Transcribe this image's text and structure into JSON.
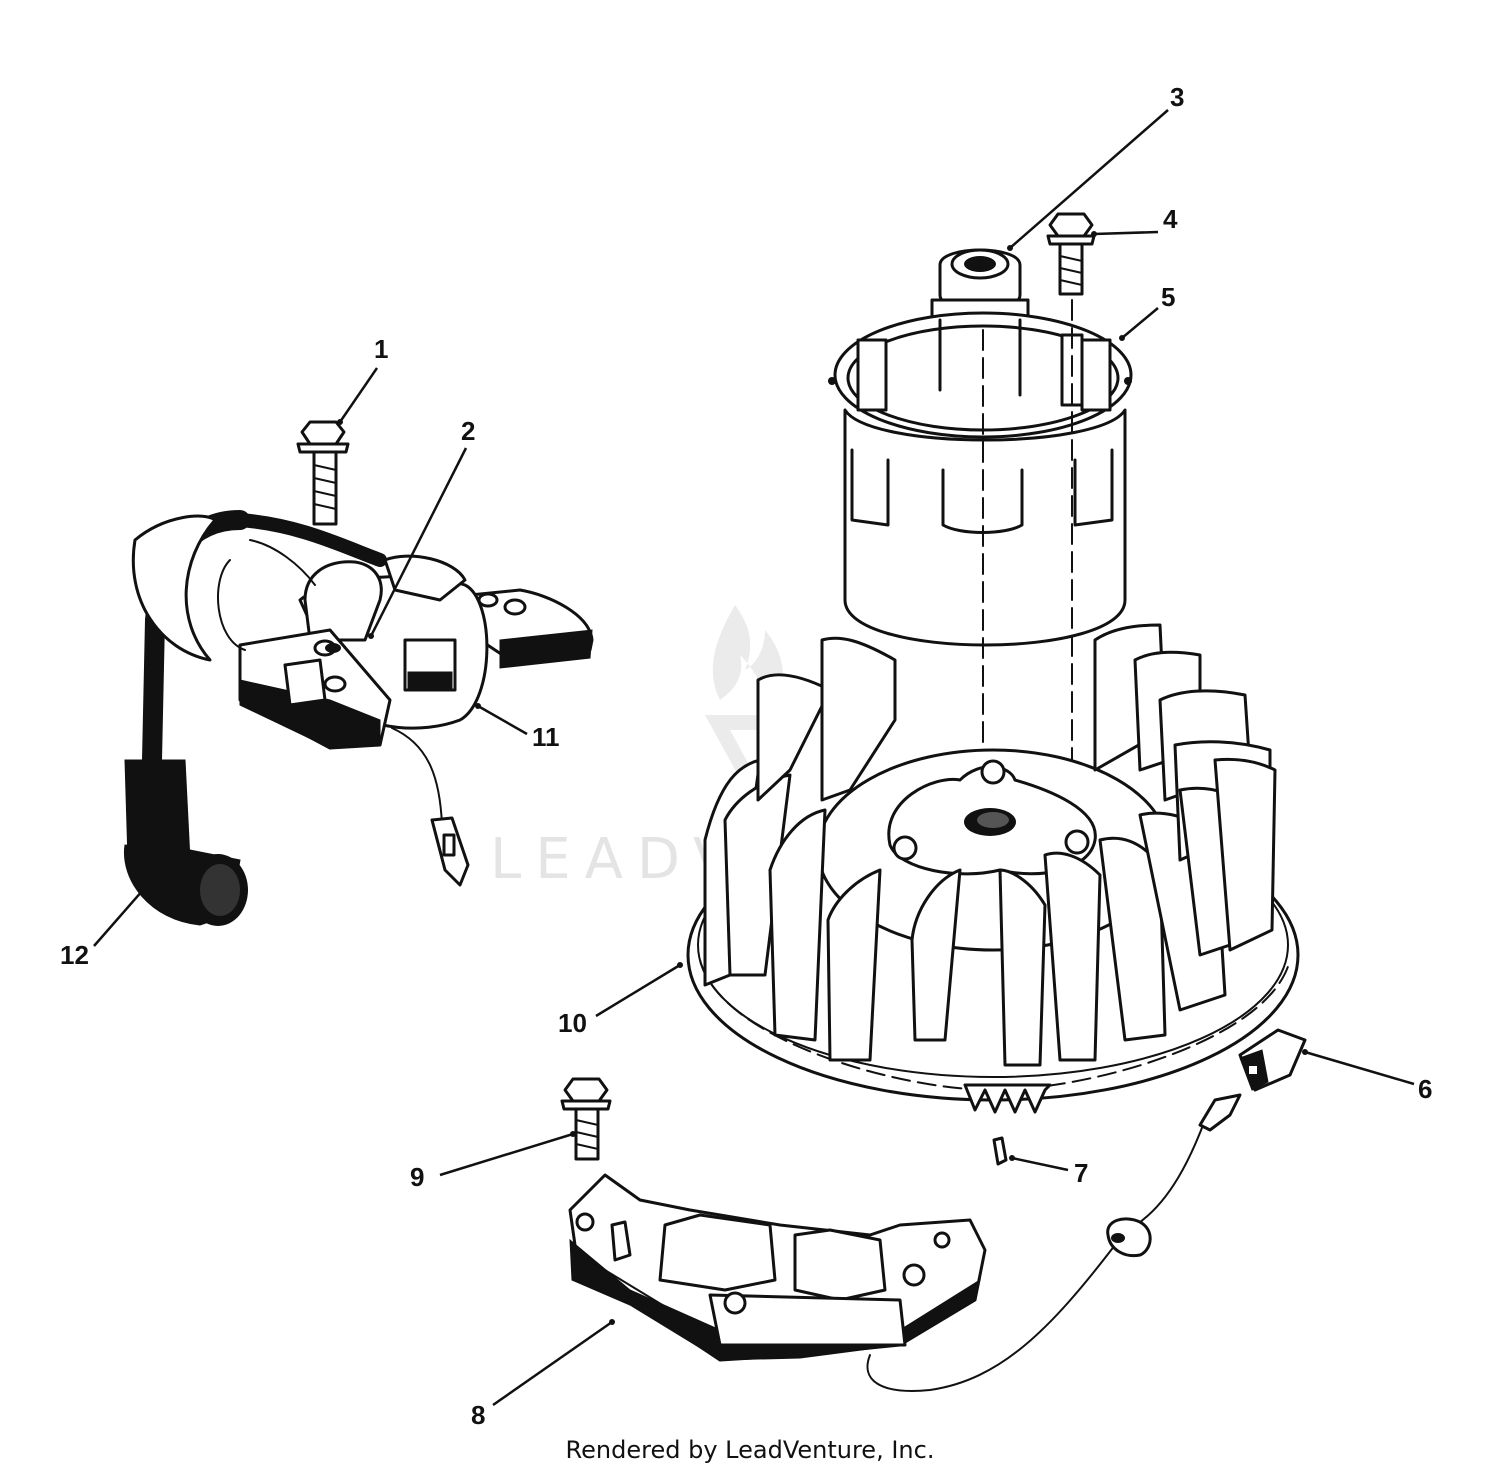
{
  "callouts": [
    {
      "id": "1",
      "label": "1"
    },
    {
      "id": "2",
      "label": "2"
    },
    {
      "id": "3",
      "label": "3"
    },
    {
      "id": "4",
      "label": "4"
    },
    {
      "id": "5",
      "label": "5"
    },
    {
      "id": "6",
      "label": "6"
    },
    {
      "id": "7",
      "label": "7"
    },
    {
      "id": "8",
      "label": "8"
    },
    {
      "id": "9",
      "label": "9"
    },
    {
      "id": "10",
      "label": "10"
    },
    {
      "id": "11",
      "label": "11"
    },
    {
      "id": "12",
      "label": "12"
    }
  ],
  "watermark": {
    "text": "LEADVENTURE"
  },
  "footer": {
    "text": "Rendered by LeadVenture, Inc."
  }
}
